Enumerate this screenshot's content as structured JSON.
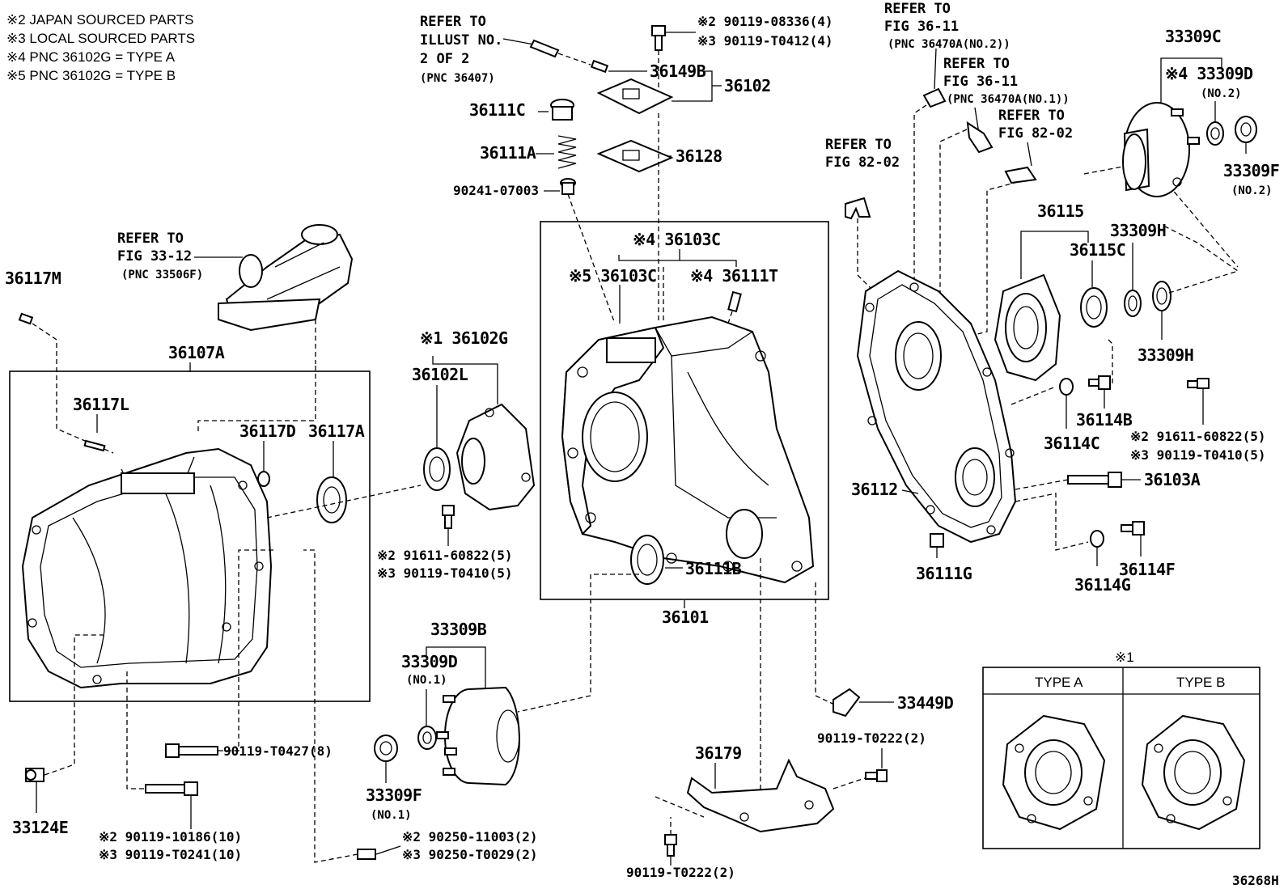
{
  "notes": [
    "※2 JAPAN SOURCED PARTS",
    "※3 LOCAL SOURCED PARTS",
    "※4 PNC 36102G = TYPE A",
    "※5 PNC 36102G = TYPE B"
  ],
  "refs": {
    "illust": [
      "REFER TO",
      "ILLUST NO.",
      "2 OF 2",
      "(PNC 36407)"
    ],
    "fig3312": [
      "REFER TO",
      "FIG 33-12",
      "(PNC 33506F)"
    ],
    "fig3611a": [
      "REFER TO",
      "FIG 36-11",
      "(PNC 36470A(NO.2))"
    ],
    "fig3611b": [
      "REFER TO",
      "FIG 36-11",
      "(PNC 36470A(NO.1))"
    ],
    "fig8202a": [
      "REFER TO",
      "FIG 82-02"
    ],
    "fig8202b": [
      "REFER TO",
      "FIG 82-02"
    ]
  },
  "labels": {
    "p36117M": "36117M",
    "p36107A": "36107A",
    "p36117L": "36117L",
    "p36117D": "36117D",
    "p36117A": "36117A",
    "p36102G": "※1 36102G",
    "p36102L": "36102L",
    "bolt_36102_j": "※2 91611-60822(5)",
    "bolt_36102_l": "※3 90119-T0410(5)",
    "p36111C": "36111C",
    "p36111A": "36111A",
    "p90241": "90241-07003",
    "p36149B": "36149B",
    "p36102": "36102",
    "p36128": "36128",
    "bolt_top_j": "※2 90119-08336(4)",
    "bolt_top_l": "※3 90119-T0412(4)",
    "p36103C_4": "※4 36103C",
    "p36103C_5": "※5 36103C",
    "p36111T": "※4 36111T",
    "p36111B": "36111B",
    "p36101": "36101",
    "p33309B": "33309B",
    "p33309D_1": "33309D",
    "p33309D_1n": "(NO.1)",
    "p33309F_1": "33309F",
    "p33309F_1n": "(NO.1)",
    "p90119T0427": "90119-T0427(8)",
    "p33124E": "33124E",
    "bolt_10186_j": "※2 90119-10186(10)",
    "bolt_10186_l": "※3 90119-T0241(10)",
    "pin_j": "※2 90250-11003(2)",
    "pin_l": "※3 90250-T0029(2)",
    "p36179": "36179",
    "p90119T0222a": "90119-T0222(2)",
    "p90119T0222b": "90119-T0222(2)",
    "p33449D": "33449D",
    "p33309C": "33309C",
    "p33309D_2": "※4 33309D",
    "p33309D_2n": "(NO.2)",
    "p33309F_2": "33309F",
    "p33309F_2n": "(NO.2)",
    "p36115": "36115",
    "p36115C": "36115C",
    "p33309H_a": "33309H",
    "p33309H_b": "33309H",
    "p36114B": "36114B",
    "p36114C": "36114C",
    "bolt_rear_j": "※2 91611-60822(5)",
    "bolt_rear_l": "※3 90119-T0410(5)",
    "p36103A": "36103A",
    "p36112": "36112",
    "p36111G": "36111G",
    "p36114G": "36114G",
    "p36114F": "36114F"
  },
  "types": {
    "marker": "※1",
    "type_a": "TYPE A",
    "type_b": "TYPE B"
  },
  "figure_code": "36268H"
}
